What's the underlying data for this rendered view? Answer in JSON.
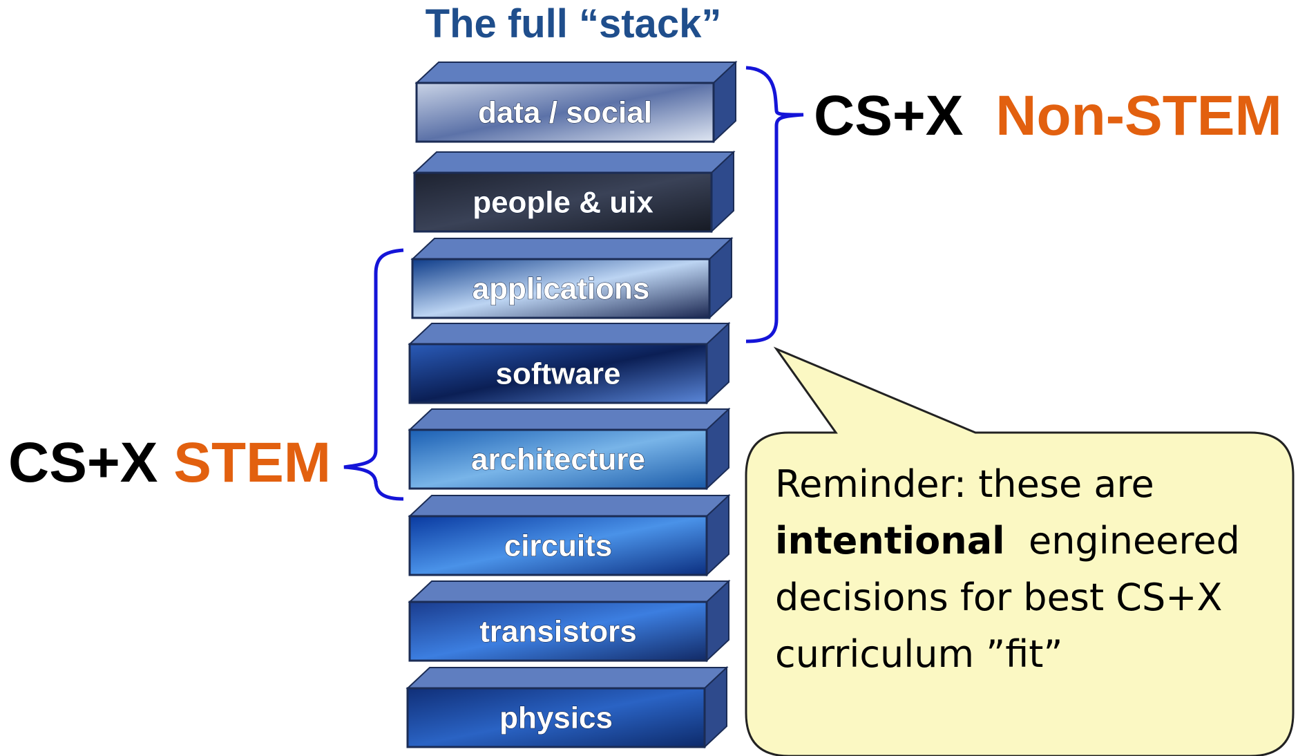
{
  "title": "The full “stack”",
  "layers": [
    {
      "label": "data / social",
      "colors": [
        "#c9d3e6",
        "#5c72a8",
        "#dfe6f2"
      ]
    },
    {
      "label": "people & uix",
      "colors": [
        "#1d2230",
        "#3a4257",
        "#161a24"
      ]
    },
    {
      "label": "applications",
      "colors": [
        "#0f3d8a",
        "#bcd4f2",
        "#1a2650"
      ]
    },
    {
      "label": "software",
      "colors": [
        "#2a5bb8",
        "#0b1f55",
        "#5a86d8"
      ]
    },
    {
      "label": "architecture",
      "colors": [
        "#1b5fb3",
        "#78b4e8",
        "#1a5aa8"
      ]
    },
    {
      "label": "circuits",
      "colors": [
        "#0a3aa0",
        "#4a92e8",
        "#0c2f80"
      ]
    },
    {
      "label": "transistors",
      "colors": [
        "#1a3c8e",
        "#3c7ee0",
        "#122a66"
      ]
    },
    {
      "label": "physics",
      "colors": [
        "#102f78",
        "#2a63c4",
        "#0d2a6a"
      ]
    }
  ],
  "stem_label": {
    "prefix": "CS+X",
    "accent": "STEM"
  },
  "nonstem_label": {
    "prefix": "CS+X",
    "accent": "Non-STEM"
  },
  "callout": {
    "line1": "Reminder: these are",
    "bold": "intentional",
    "line2_rest": "  engineered",
    "line3": "decisions for best CS+X",
    "line4": "curriculum ”fit”"
  },
  "colors": {
    "title": "#1f4e8c",
    "accent": "#e2600f",
    "bracket": "#1414d8",
    "callout_fill": "#fbf8c3",
    "callout_stroke": "#222222",
    "box_top": "#5f7ec0",
    "box_side": "#2e4a8c",
    "box_border": "#1b2c55"
  }
}
